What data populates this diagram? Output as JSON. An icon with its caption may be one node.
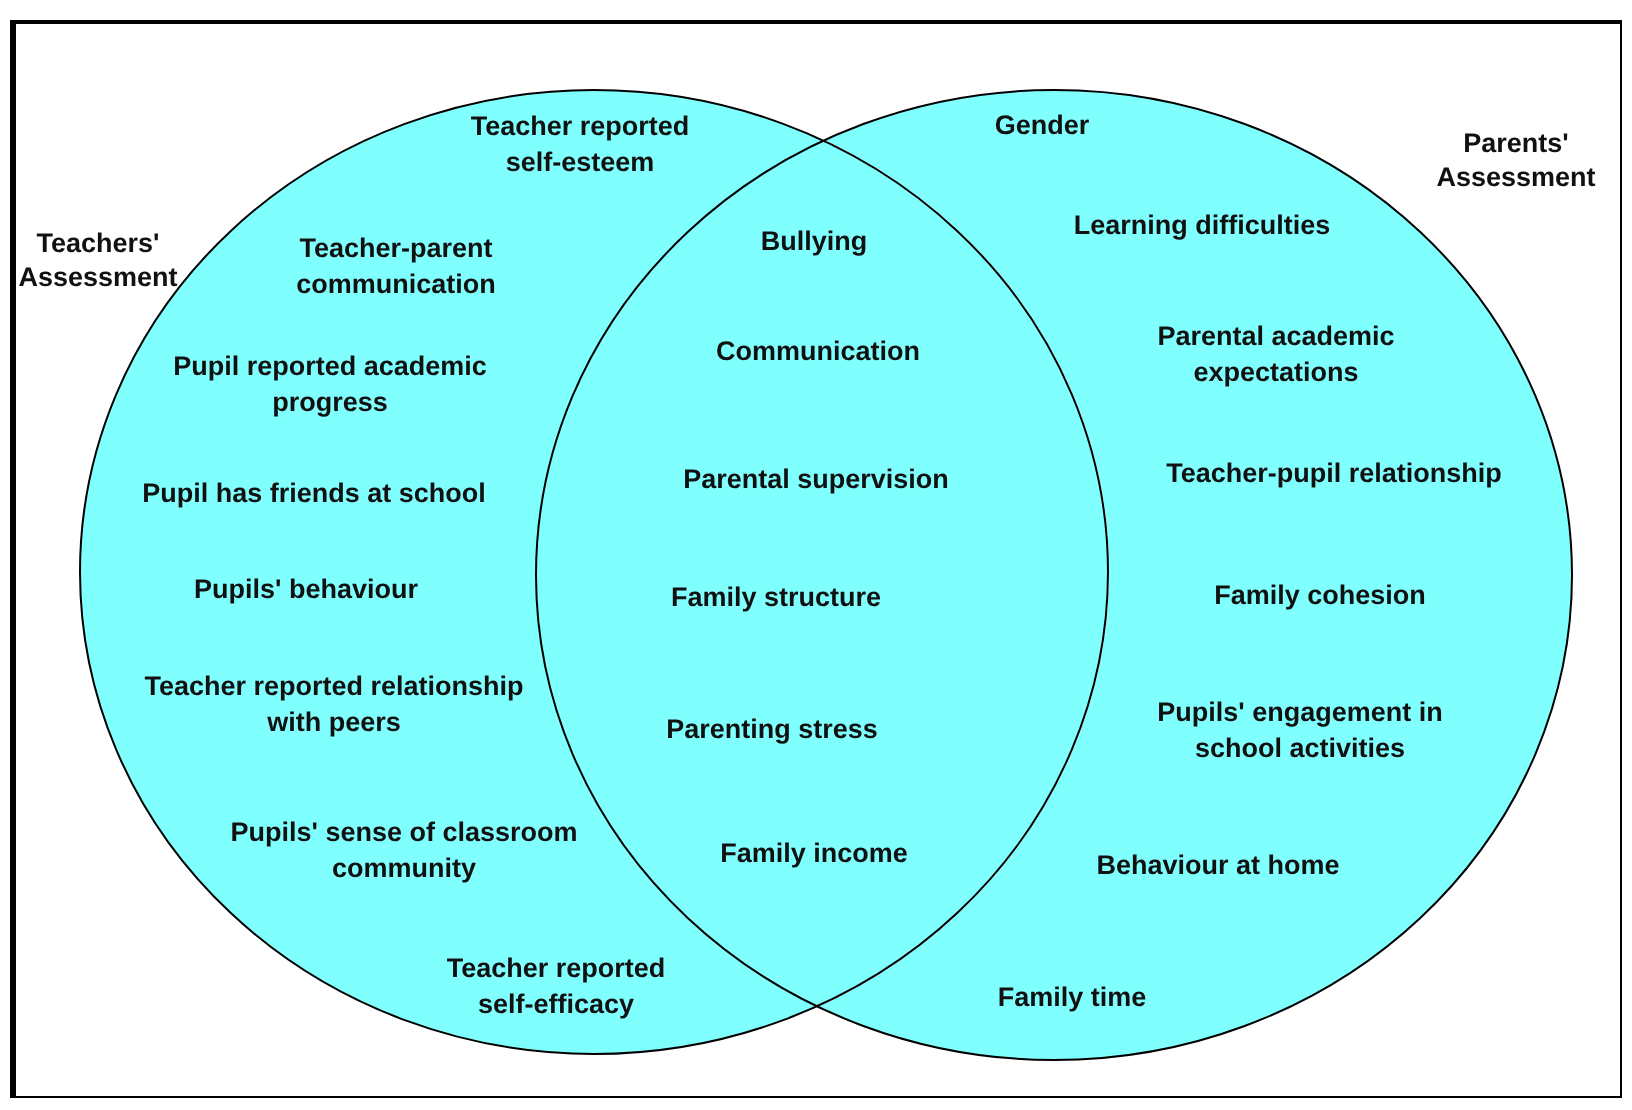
{
  "diagram": {
    "nodes": [
      {
        "text": [
          "Teachers' Assessment"
        ]
      },
      {
        "text": [
          "Parents' Assessment"
        ]
      }
    ],
    "labels": [
      "Teacher reported self-esteem",
      "Gender",
      "Bullying",
      "Learning difficulties",
      "Teacher-parent communication",
      "Communication",
      "Parental academic expectations",
      "Pupil reported academic progress",
      "Parental supervision",
      "Teacher-pupil relationship",
      "Pupil has friends at school",
      "Pupils' behaviour",
      "Family structure",
      "Family cohesion",
      "Teacher reported relationship with peers",
      "Parenting stress",
      "Pupils' engagement in school activities",
      "Pupils' sense of classroom community",
      "Family income",
      "Behaviour at home",
      "Teacher reported self-efficacy",
      "Family time"
    ]
  }
}
